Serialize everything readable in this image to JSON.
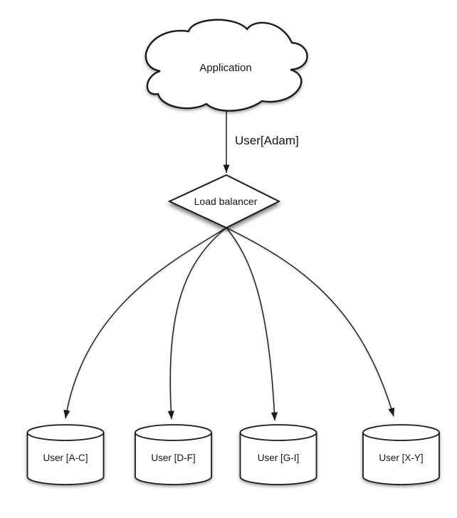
{
  "canvas": {
    "background": "#ffffff",
    "stroke_color": "#1a1a1a",
    "text_color": "#141414",
    "arrowhead_style": "filled-black-triangle"
  },
  "nodes": {
    "application": {
      "shape": "cloud",
      "label": "Application"
    },
    "load_balancer": {
      "shape": "diamond",
      "label": "Load balancer"
    },
    "shards": [
      {
        "shape": "cylinder",
        "label": "User [A-C]"
      },
      {
        "shape": "cylinder",
        "label": "User [D-F]"
      },
      {
        "shape": "cylinder",
        "label": "User [G-I]"
      },
      {
        "shape": "cylinder",
        "label": "User [X-Y]"
      }
    ]
  },
  "edges": [
    {
      "from": "application",
      "to": "load_balancer",
      "label": "User[Adam]"
    },
    {
      "from": "load_balancer",
      "to": "shards.0",
      "label": ""
    },
    {
      "from": "load_balancer",
      "to": "shards.1",
      "label": ""
    },
    {
      "from": "load_balancer",
      "to": "shards.2",
      "label": ""
    },
    {
      "from": "load_balancer",
      "to": "shards.3",
      "label": ""
    }
  ]
}
